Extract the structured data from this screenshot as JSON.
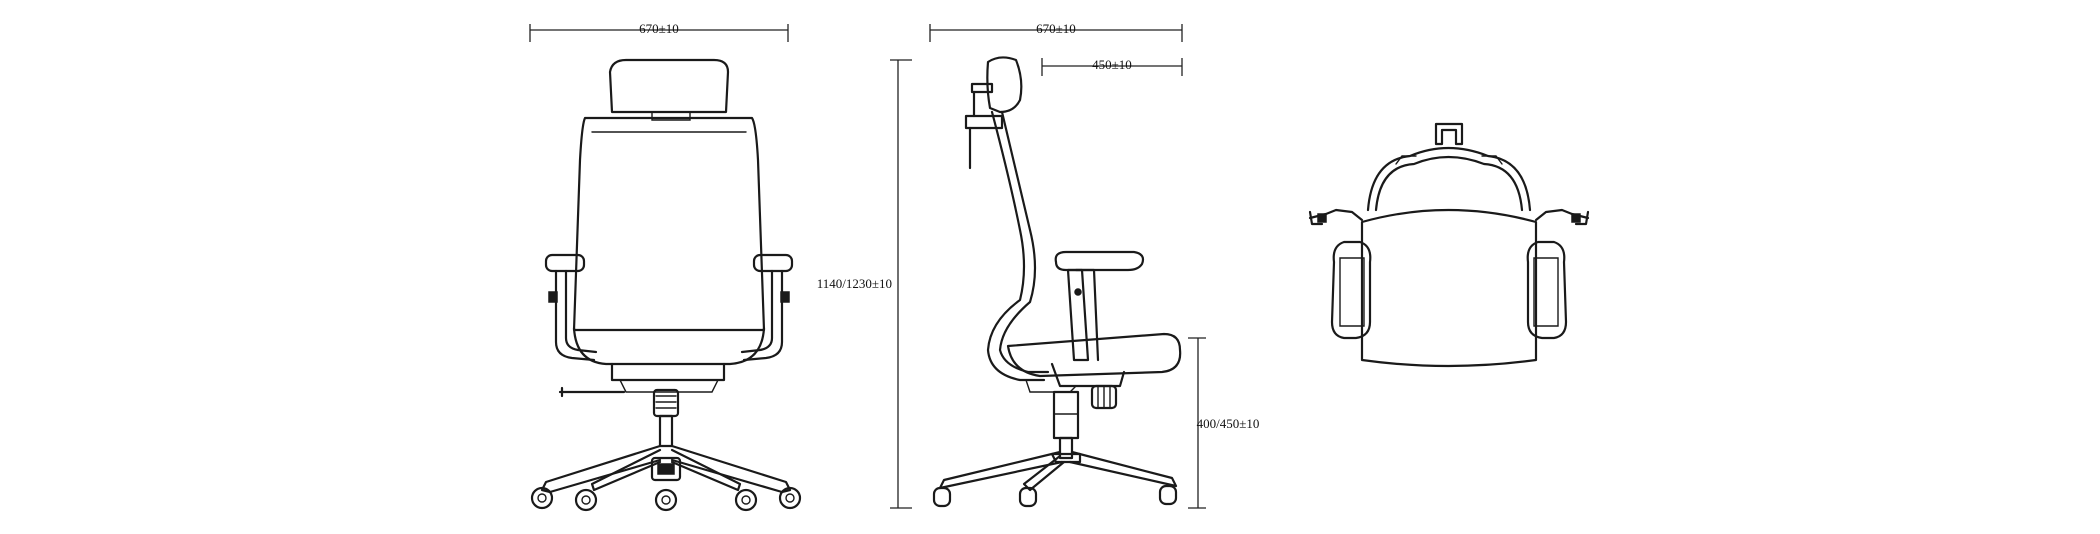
{
  "dimensions": {
    "front_overall_width": "670±10",
    "side_overall_depth": "670±10",
    "side_headrest_depth": "450±10",
    "side_overall_height": "1140/1230±10",
    "side_seat_height": "400/450±10"
  },
  "views": [
    "front-view",
    "side-view",
    "top-view"
  ]
}
